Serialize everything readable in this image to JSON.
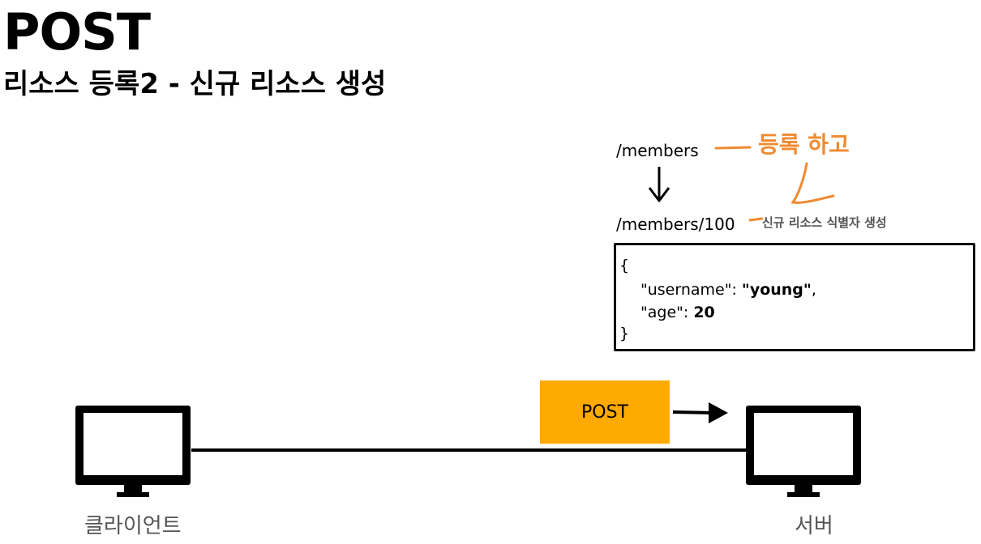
{
  "header": {
    "title": "POST",
    "subtitle": "리소스 등록2 - 신규 리소스 생성"
  },
  "flow": {
    "path_request": "/members",
    "path_created": "/members/100",
    "note_register": "등록 하고",
    "note_identifier": "신규 리소스 식별자 생성"
  },
  "request_body": {
    "open_brace": "{",
    "line1_key": "\"username\": ",
    "line1_value": "\"young\"",
    "line1_comma": ",",
    "line2_key": "\"age\": ",
    "line2_value": "20",
    "close_brace": "}"
  },
  "message": {
    "method": "POST",
    "color": "#ffaa00"
  },
  "nodes": {
    "client_label": "클라이언트",
    "server_label": "서버"
  },
  "colors": {
    "annotation": "#f08a30",
    "label": "#555555"
  }
}
